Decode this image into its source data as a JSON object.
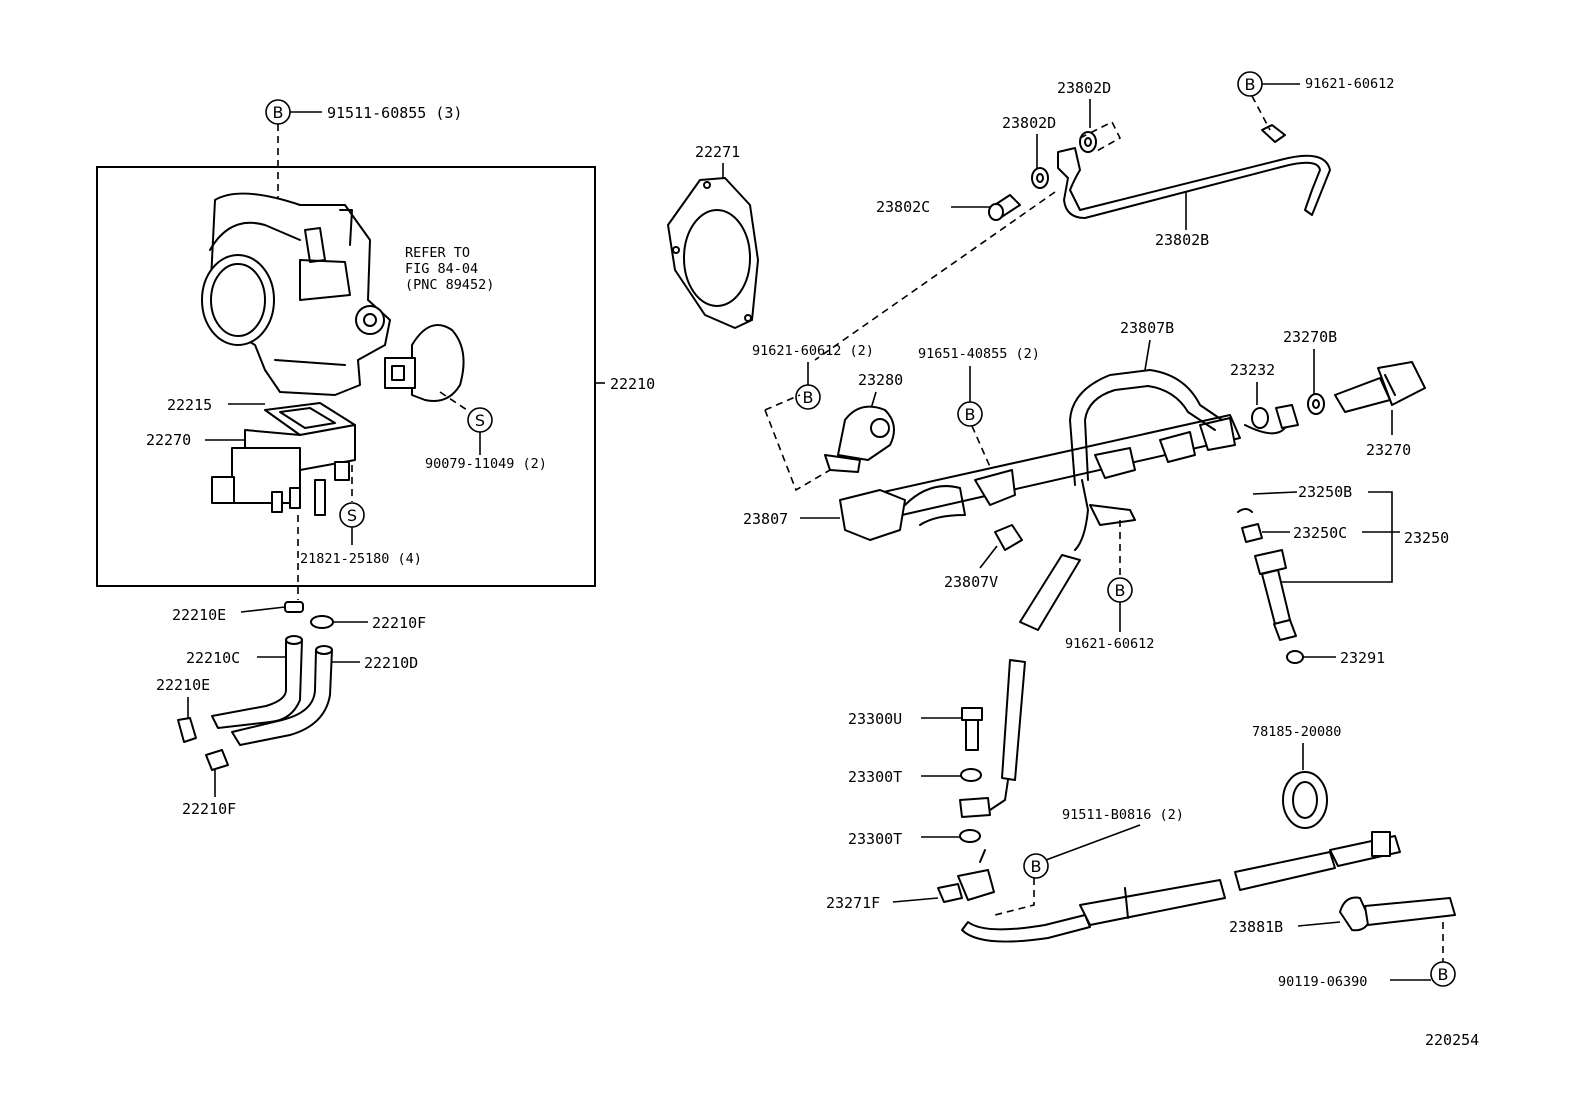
{
  "figure_id": "220254",
  "note": [
    "REFER TO",
    "FIG 84-04",
    "(PNC 89452)"
  ],
  "badges": {
    "bolt": "B",
    "screw": "S"
  },
  "labels": {
    "p91511_60855": "91511-60855 (3)",
    "p22210": "22210",
    "p22215": "22215",
    "p22270": "22270",
    "p90079_11049": "90079-11049 (2)",
    "p21821_25180": "21821-25180 (4)",
    "p22210E_a": "22210E",
    "p22210F_a": "22210F",
    "p22210C": "22210C",
    "p22210D": "22210D",
    "p22210E_b": "22210E",
    "p22210F_b": "22210F",
    "p22271": "22271",
    "p23802D_a": "23802D",
    "p23802D_b": "23802D",
    "p91621_60612_top": "91621-60612",
    "p23802C": "23802C",
    "p23802B": "23802B",
    "p91621_60612_2": "91621-60612 (2)",
    "p23280": "23280",
    "p91651_40855": "91651-40855 (2)",
    "p23807B": "23807B",
    "p23232": "23232",
    "p23270B": "23270B",
    "p23270": "23270",
    "p23807": "23807",
    "p23807V": "23807V",
    "p91621_60612_mid": "91621-60612",
    "p23250B": "23250B",
    "p23250C": "23250C",
    "p23250": "23250",
    "p23291": "23291",
    "p23300U": "23300U",
    "p23300T_a": "23300T",
    "p23300T_b": "23300T",
    "p78185_20080": "78185-20080",
    "p91511_B0816": "91511-B0816 (2)",
    "p23271F": "23271F",
    "p23881B": "23881B",
    "p90119_06390": "90119-06390"
  }
}
